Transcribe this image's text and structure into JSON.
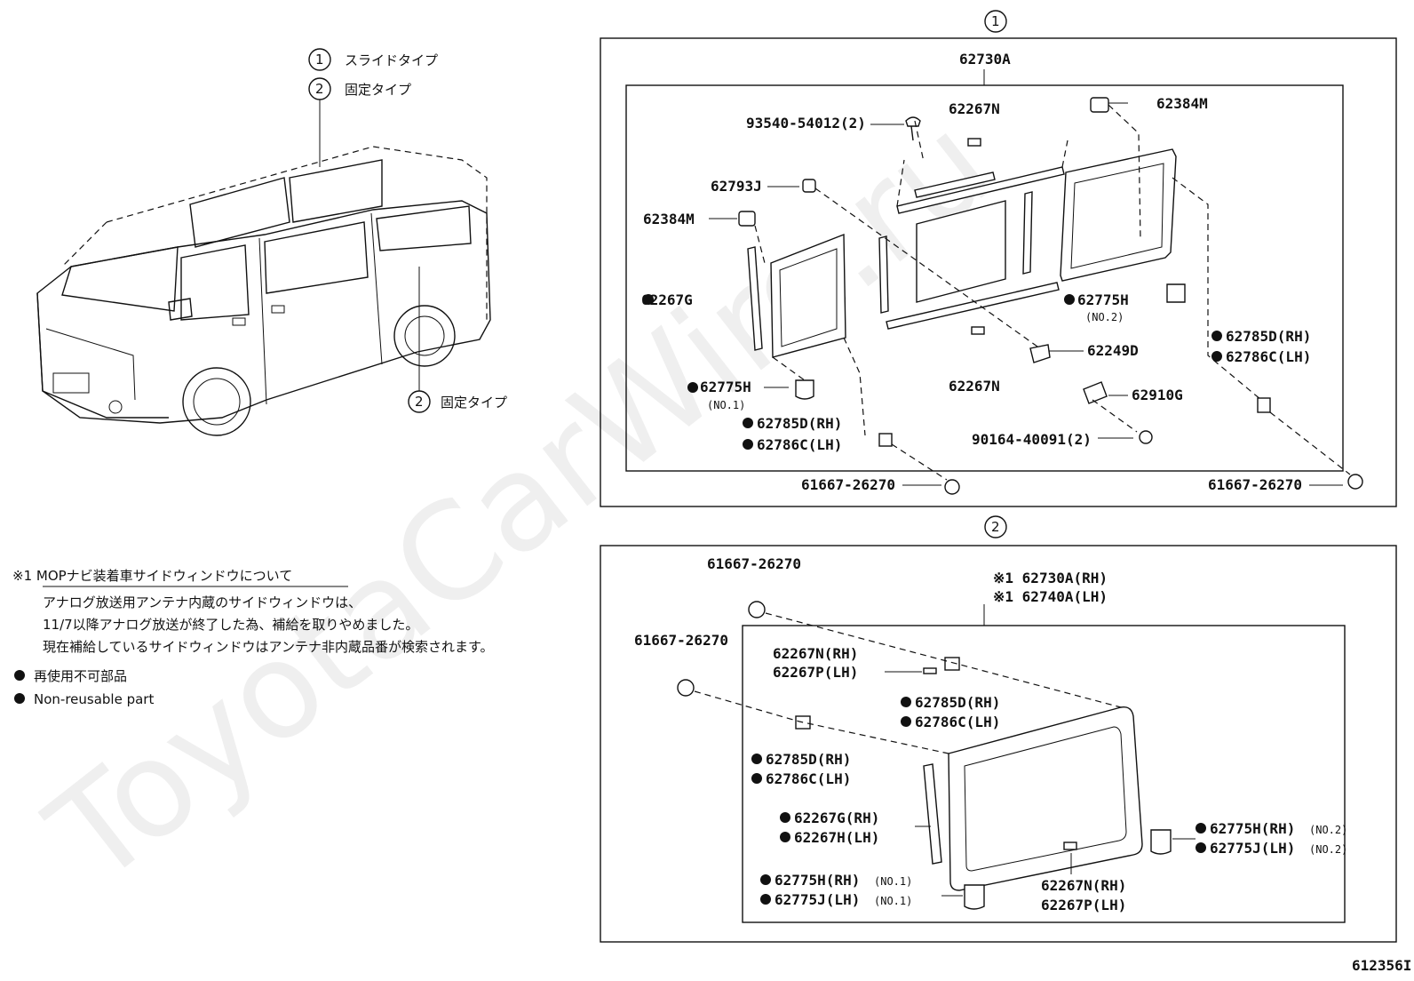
{
  "watermark": "ToyotaCarWire.ru",
  "figure_id": "612356I",
  "van_callouts": {
    "c1_num": "1",
    "c1_text": "スライドタイプ",
    "c2_num": "2",
    "c2_text": "固定タイプ",
    "c3_num": "2",
    "c3_text": "固定タイプ"
  },
  "notes": {
    "heading": "※1 MOPナビ装着車サイドウィンドウについて",
    "line1": "アナログ放送用アンテナ内蔵のサイドウィンドウは、",
    "line2": "11/7以降アナログ放送が終了した為、補給を取りやめました。",
    "line3": "現在補給しているサイドウィンドウはアンテナ非内蔵品番が検索されます。",
    "legend_jp": "再使用不可部品",
    "legend_en": "Non-reusable part"
  },
  "panel1": {
    "num": "1",
    "title": "62730A",
    "labels": {
      "p93540": "93540-54012(2)",
      "p62267N_top": "62267N",
      "p62384M_r": "62384M",
      "p62793J": "62793J",
      "p62384M_l": "62384M",
      "p62267G": "62267G",
      "p62775H_r": "62775H",
      "p62775H_r_no": "(NO.2)",
      "p62785D_r": "62785D(RH)",
      "p62786C_r": "62786C(LH)",
      "p62249D": "62249D",
      "p62267N_bot": "62267N",
      "p62910G": "62910G",
      "p62775H_l": "62775H",
      "p62775H_l_no": "(NO.1)",
      "p62785D_l": "62785D(RH)",
      "p62786C_l": "62786C(LH)",
      "p90164": "90164-40091(2)",
      "p61667_l": "61667-26270",
      "p61667_r": "61667-26270"
    }
  },
  "panel2": {
    "num": "2",
    "labels": {
      "p61667_a": "61667-26270",
      "p61667_b": "61667-26270",
      "p62730A": "※1 62730A(RH)",
      "p62740A": "※1 62740A(LH)",
      "p62267N_a": "62267N(RH)",
      "p62267P_a": "62267P(LH)",
      "p62785D_a": "62785D(RH)",
      "p62786C_a": "62786C(LH)",
      "p62785D_b": "62785D(RH)",
      "p62786C_b": "62786C(LH)",
      "p62267G": "62267G(RH)",
      "p62267H": "62267H(LH)",
      "p62775H_r": "62775H(RH)",
      "p62775H_r_no": "(NO.2)",
      "p62775J_r": "62775J(LH)",
      "p62775J_r_no": "(NO.2)",
      "p62775H_l": "62775H(RH)",
      "p62775H_l_no": "(NO.1)",
      "p62775J_l": "62775J(LH)",
      "p62775J_l_no": "(NO.1)",
      "p62267N_b": "62267N(RH)",
      "p62267P_b": "62267P(LH)"
    }
  }
}
